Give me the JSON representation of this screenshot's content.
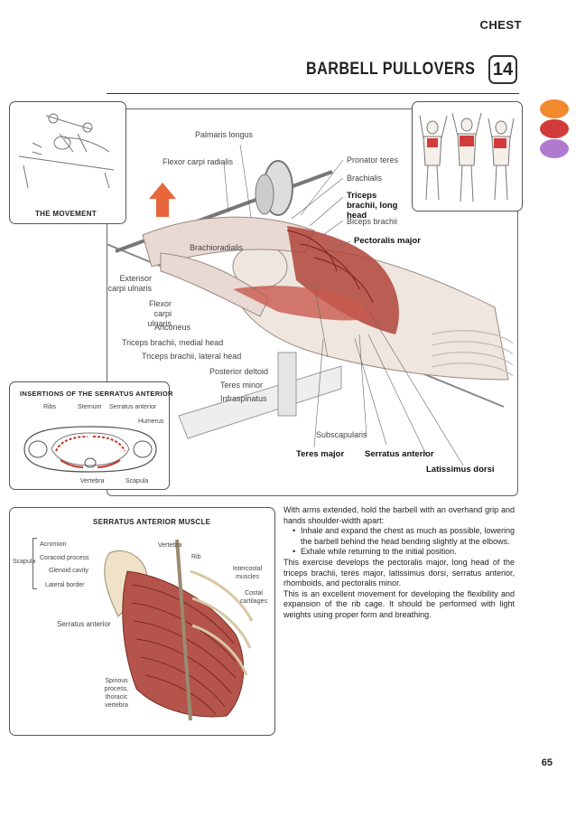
{
  "header": {
    "section": "CHEST",
    "title": "BARBELL PULLOVERS",
    "number": "14"
  },
  "legend_dots": [
    {
      "name": "orange-dot",
      "color": "#f08a2c"
    },
    {
      "name": "red-dot",
      "color": "#d23b3b"
    },
    {
      "name": "purple-dot",
      "color": "#b07ad0"
    }
  ],
  "movement": {
    "caption": "THE MOVEMENT"
  },
  "main_labels": {
    "palmaris_longus": "Palmaris longus",
    "flexor_carpi_radialis": "Flexor carpi radialis",
    "pronator_teres": "Pronator teres",
    "brachialis": "Brachialis",
    "triceps_brachii_long_head": "Triceps brachii, long head",
    "biceps_brachii": "Biceps brachii",
    "pectoralis_major": "Pectoralis major",
    "brachioradialis": "Brachioradialis",
    "extensor_carpi_ulnaris": "Extensor carpi ulnaris",
    "flexor_carpi_ulnaris": "Flexor carpi ulnaris",
    "anconeus": "Anconeus",
    "triceps_medial": "Triceps brachii, medial head",
    "triceps_lateral": "Triceps brachii, lateral head",
    "posterior_deltoid": "Posterior deltoid",
    "teres_minor": "Teres minor",
    "infraspinatus": "Infraspinatus",
    "subscapularis": "Subscapularis",
    "teres_major": "Teres major",
    "serratus_anterior": "Serratus anterior",
    "latissimus_dorsi": "Latissimus dorsi"
  },
  "insertions": {
    "caption": "INSERTIONS OF THE SERRATUS ANTERIOR",
    "ribs": "Ribs",
    "sternum": "Sternum",
    "serratus_anterior": "Serratus anterior",
    "humerus": "Humerus",
    "vertebra": "Vertebra",
    "scapula": "Scapula"
  },
  "serratus_panel": {
    "caption": "SERRATUS ANTERIOR MUSCLE",
    "acromion": "Acromion",
    "coracoid_process": "Coracoid process",
    "glenoid_cavity": "Glenoid cavity",
    "lateral_border": "Lateral border",
    "scapula": "Scapula",
    "vertebra": "Vertebra",
    "rib": "Rib",
    "intercostal_muscles": "Intercostal muscles",
    "costal_cartilages": "Costal cartilages",
    "serratus_anterior": "Serratus anterior",
    "spinous_process": "Spinous process, thoracic vertebra"
  },
  "description": {
    "intro": "With arms extended, hold the barbell with an overhand grip and hands shoulder-width apart:",
    "steps": [
      "Inhale and expand the chest as much as possible, lowering the barbell behind the head bending slightly at the elbows.",
      "Exhale while returning to the initial position."
    ],
    "para1": "This exercise develops the pectoralis major, long head of the triceps brachii, teres major, latissimus dorsi, serratus anterior, rhomboids, and pectoralis minor.",
    "para2": "This is an excellent movement for developing the flexibility and expansion of the rib cage. It should be performed with light weights using proper form and breathing."
  },
  "page_number": "65"
}
